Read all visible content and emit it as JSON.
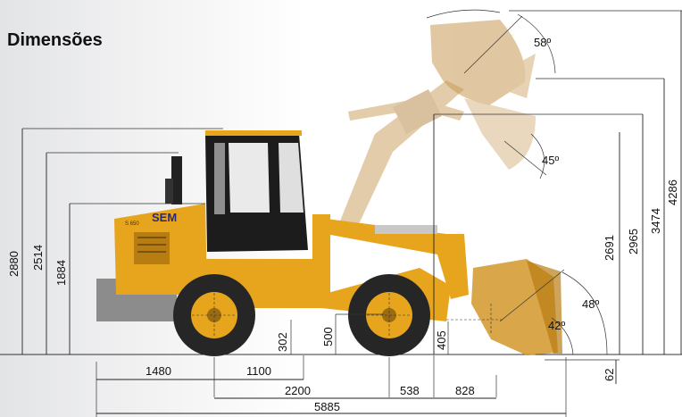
{
  "title": "Dimensões",
  "brand": {
    "logo_text": "SEM",
    "model_badge": "S 650",
    "colors": {
      "body": "#e7a51e",
      "body_dark": "#b87d12",
      "cab": "#1c1c1c",
      "tire": "#262626",
      "ghost": "#c89a55"
    }
  },
  "dimensions": {
    "vertical": {
      "overall_height": "2880",
      "exhaust_height": "2514",
      "hood_height": "1884",
      "rear_clearance": "302",
      "axle_clearance": "500",
      "bucket_hinge_low": "405",
      "dump_height": "2691",
      "hinge_pin_height": "2965",
      "bucket_pivot_max": "3474",
      "overall_operating_height": "4286",
      "dig_depth": "62"
    },
    "horizontal": {
      "rear_overhang": "1480",
      "rear_to_axle": "1100",
      "wheelbase": "2200",
      "front_axle_to_lift": "538",
      "reach": "828",
      "overall_length": "5885"
    },
    "angles": {
      "max_rollback_raised": "58º",
      "dump_angle": "45º",
      "rollback_ground": "48º",
      "carry_angle": "42º"
    }
  }
}
